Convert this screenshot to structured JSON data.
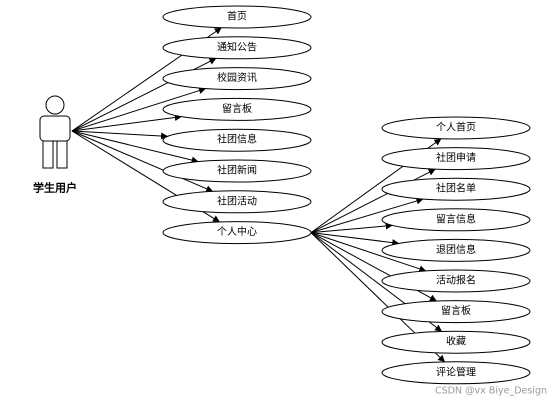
{
  "actor": {
    "label": "学生用户",
    "icon": "stick-figure-actor-icon"
  },
  "main_use_cases": [
    "首页",
    "通知公告",
    "校园资讯",
    "留言板",
    "社团信息",
    "社团新闻",
    "社团活动",
    "个人中心"
  ],
  "sub_use_cases_parent": "个人中心",
  "sub_use_cases": [
    "个人首页",
    "社团申请",
    "社团名单",
    "留言信息",
    "退团信息",
    "活动报名",
    "留言板",
    "收藏",
    "评论管理"
  ],
  "watermark": "CSDN @vx Biye_Design",
  "colors": {
    "line": "#000000",
    "background": "#ffffff",
    "watermark": "#9a9a9a"
  }
}
